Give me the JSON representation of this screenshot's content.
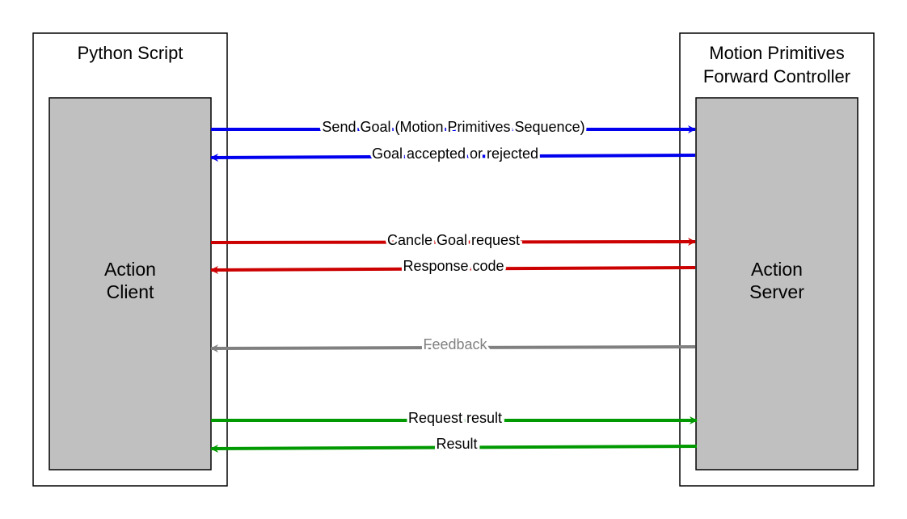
{
  "left_container": {
    "title": "Python Script",
    "inner": {
      "line1": "Action",
      "line2": "Client"
    }
  },
  "right_container": {
    "title_line1": "Motion Primitives",
    "title_line2": "Forward Controller",
    "inner": {
      "line1": "Action",
      "line2": "Server"
    }
  },
  "colors": {
    "outer_stroke": "#000000",
    "inner_fill": "#c0c0c0",
    "goal": "#0000ee",
    "cancel": "#cc0000",
    "feedback": "#808080",
    "result": "#009900"
  },
  "arrows": [
    {
      "label": "Send Goal (Motion Primitives Sequence)",
      "direction": "to-server",
      "group": "goal"
    },
    {
      "label": "Goal accepted or rejected",
      "direction": "to-client",
      "group": "goal"
    },
    {
      "label": "Cancle Goal request",
      "direction": "to-server",
      "group": "cancel"
    },
    {
      "label": "Response code",
      "direction": "to-client",
      "group": "cancel"
    },
    {
      "label": "Feedback",
      "direction": "to-client",
      "group": "feedback"
    },
    {
      "label": "Request result",
      "direction": "to-server",
      "group": "result"
    },
    {
      "label": "Result",
      "direction": "to-client",
      "group": "result"
    }
  ]
}
